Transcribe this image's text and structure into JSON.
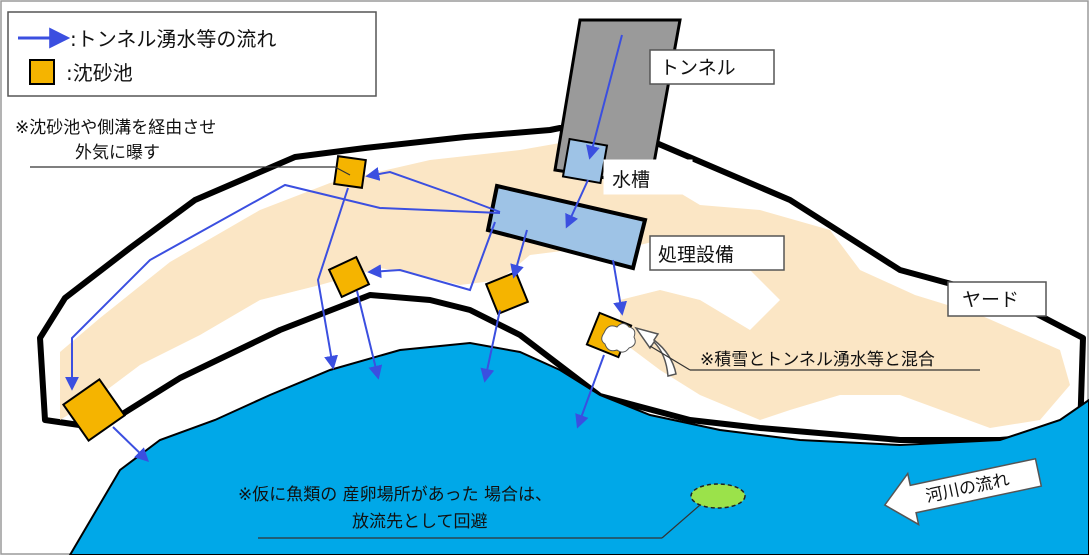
{
  "legend": {
    "flow_label": ":トンネル湧水等の流れ",
    "pond_label": ":沈砂池"
  },
  "labels": {
    "tunnel": "トンネル",
    "tank": "水槽",
    "treatment": "処理設備",
    "yard": "ヤード",
    "river_flow": "河川の流れ"
  },
  "notes": {
    "aeration_line1": "※沈砂池や側溝を経由させ",
    "aeration_line2": "外気に曝す",
    "snow_mix": "※積雪とトンネル湧水等と混合",
    "spawning_line1": "※仮に魚類の 産卵場所があった 場合は、",
    "spawning_line2": "放流先として回避"
  },
  "colors": {
    "flow_arrow": "#3b4fe0",
    "settling_pond": "#f5b400",
    "river": "#00a8e8",
    "yard_fill": "#fbe6c5",
    "tunnel": "#9a9a9a",
    "tank": "#9ec3e6",
    "spawning_area": "#9be24a"
  }
}
